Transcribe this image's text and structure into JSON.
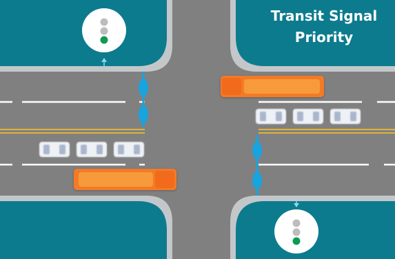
{
  "title": {
    "line1": "Transit Signal",
    "line2": "Priority"
  },
  "colors": {
    "background": "#0d7b8e",
    "road": "#808080",
    "curb": "#c4c7ca",
    "lane_line": "#ffffff",
    "center_line": "#e2b33a",
    "bus": "#f47a27",
    "car": "#eef1f5",
    "detector": "#1aa3dd",
    "signal_green": "#0f9a52",
    "signal_off": "#bdbdbd"
  },
  "signals": [
    {
      "name": "traffic-signal-top-left",
      "state": "green"
    },
    {
      "name": "traffic-signal-bottom-right",
      "state": "green"
    }
  ],
  "vehicles": {
    "buses": 2,
    "cars": 6
  }
}
